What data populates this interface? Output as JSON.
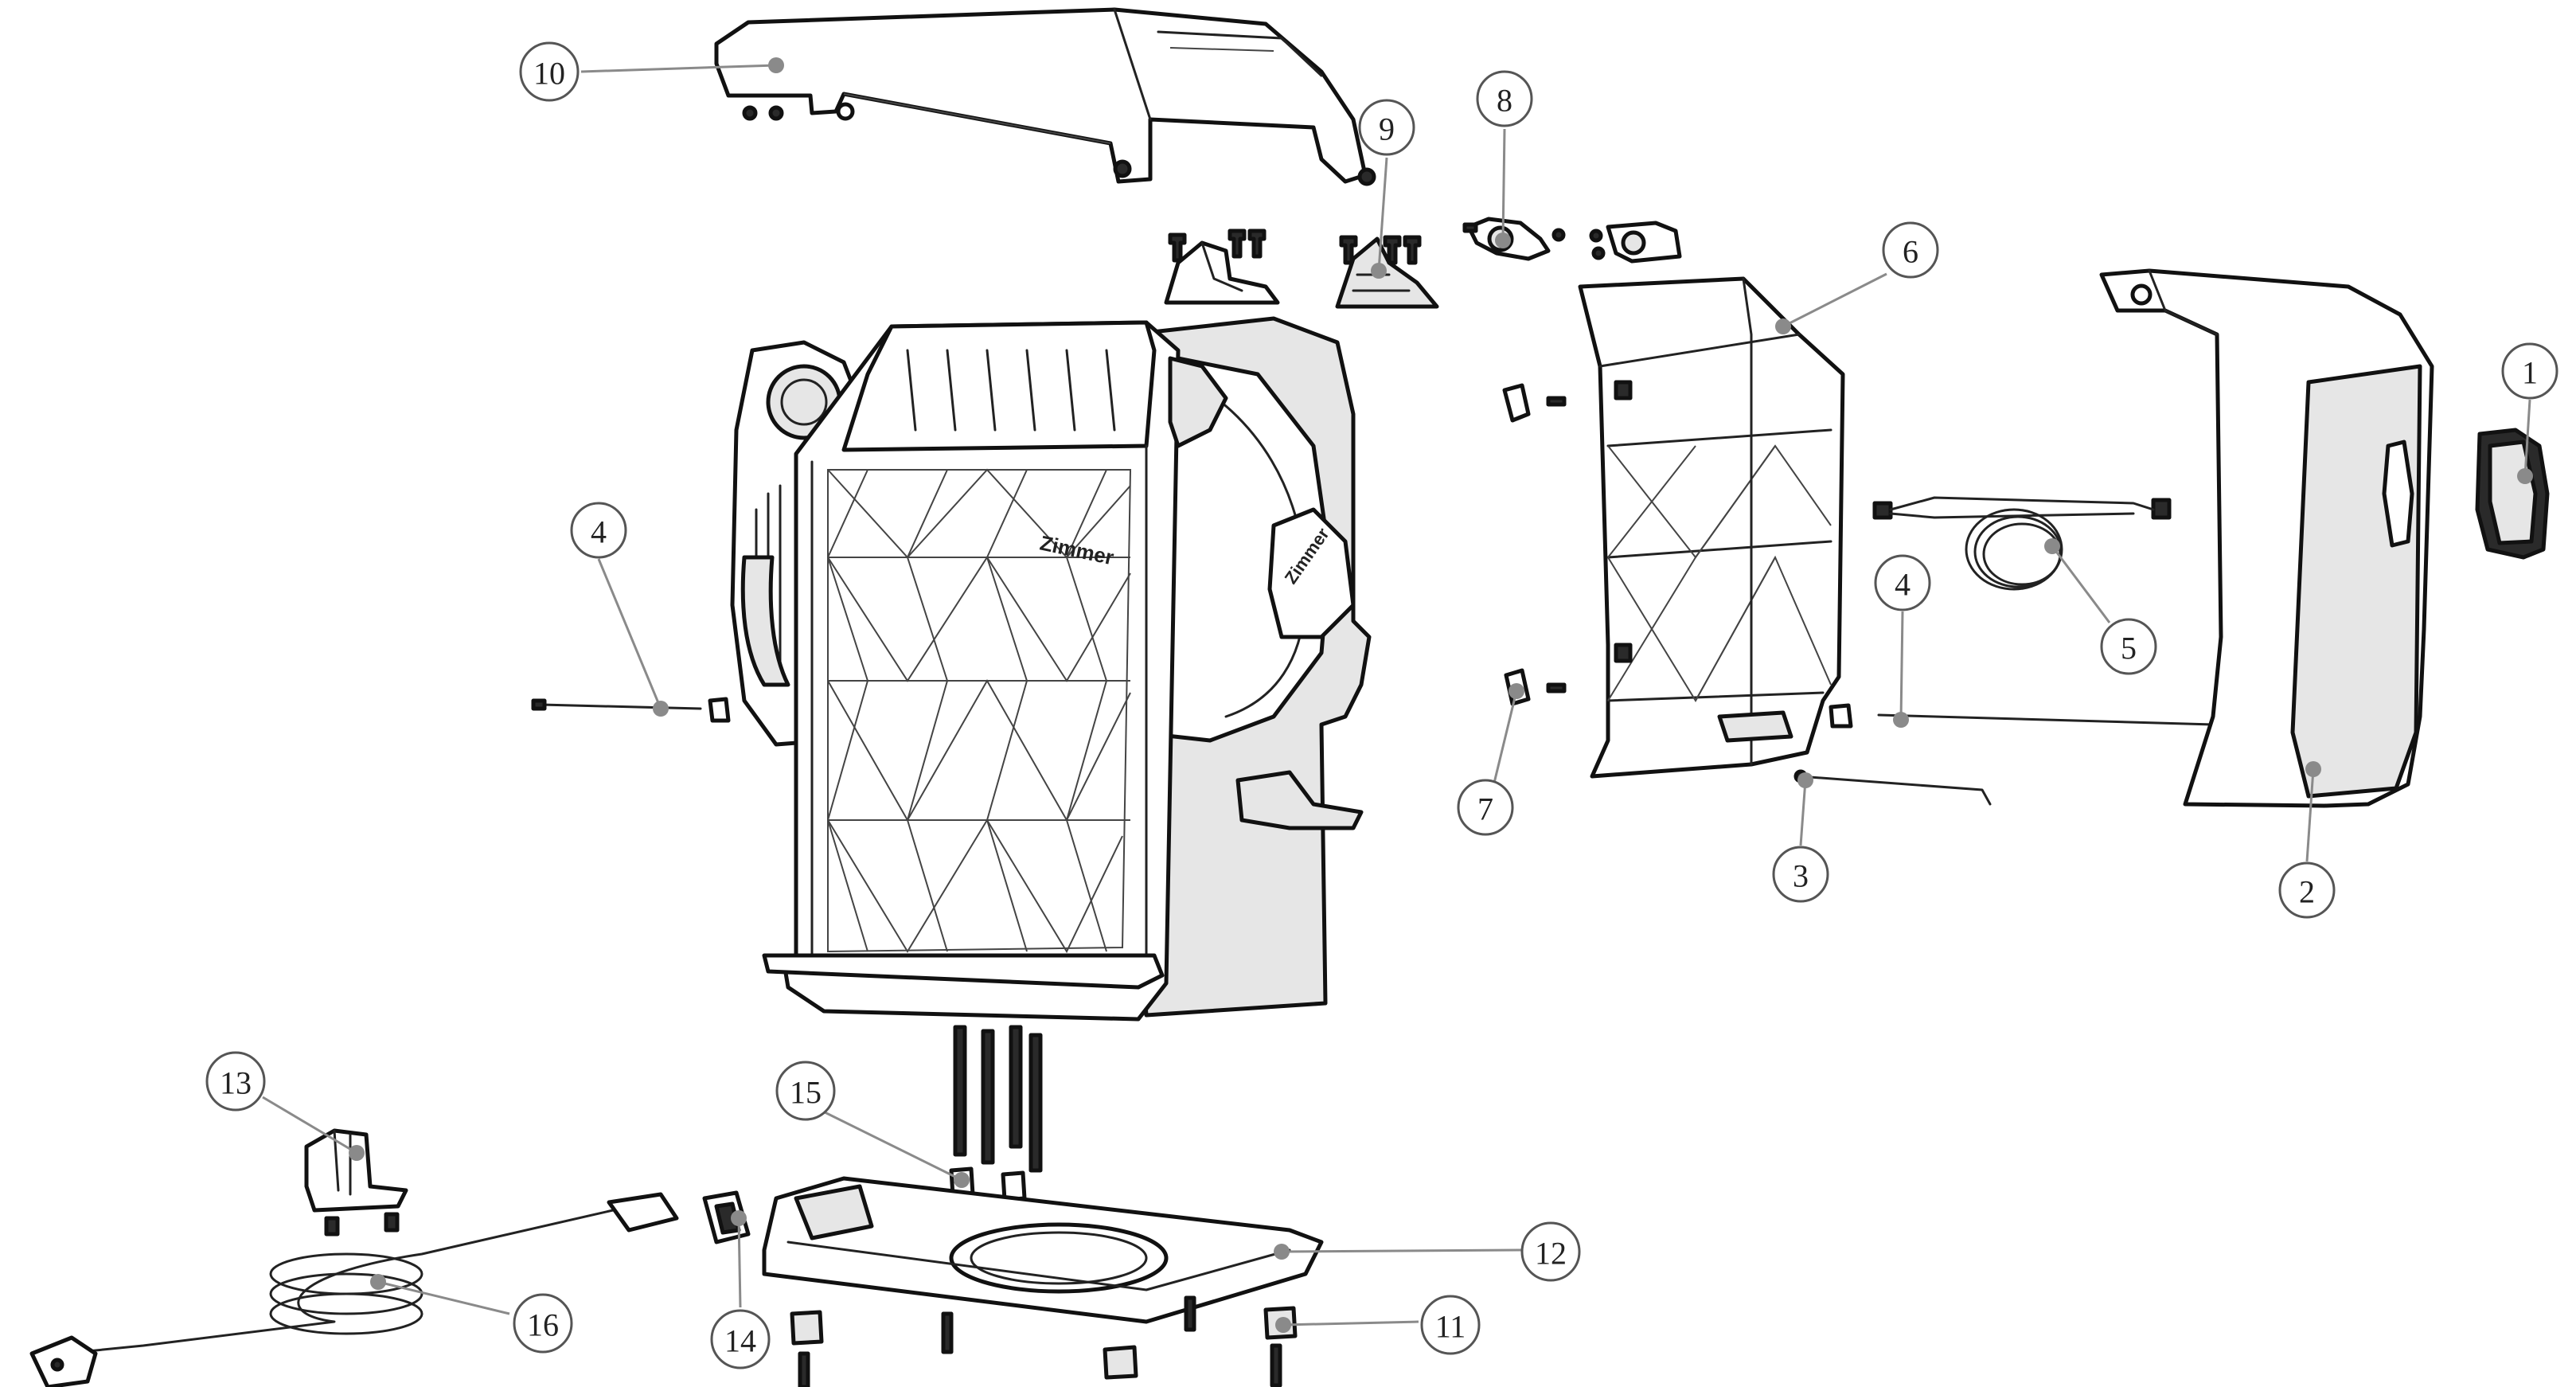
{
  "brand_marks": [
    "Zimmer",
    "Zimmer"
  ],
  "callouts": [
    {
      "id": "c1",
      "label": "1"
    },
    {
      "id": "c2",
      "label": "2"
    },
    {
      "id": "c3",
      "label": "3"
    },
    {
      "id": "c4a",
      "label": "4"
    },
    {
      "id": "c4b",
      "label": "4"
    },
    {
      "id": "c5",
      "label": "5"
    },
    {
      "id": "c6",
      "label": "6"
    },
    {
      "id": "c7",
      "label": "7"
    },
    {
      "id": "c8",
      "label": "8"
    },
    {
      "id": "c9",
      "label": "9"
    },
    {
      "id": "c10",
      "label": "10"
    },
    {
      "id": "c11",
      "label": "11"
    },
    {
      "id": "c12",
      "label": "12"
    },
    {
      "id": "c13",
      "label": "13"
    },
    {
      "id": "c14",
      "label": "14"
    },
    {
      "id": "c15",
      "label": "15"
    },
    {
      "id": "c16",
      "label": "16"
    }
  ],
  "colors": {
    "line": "#111111",
    "leader": "#8a8a8a",
    "shade": "#e6e6e6",
    "background": "#ffffff"
  }
}
